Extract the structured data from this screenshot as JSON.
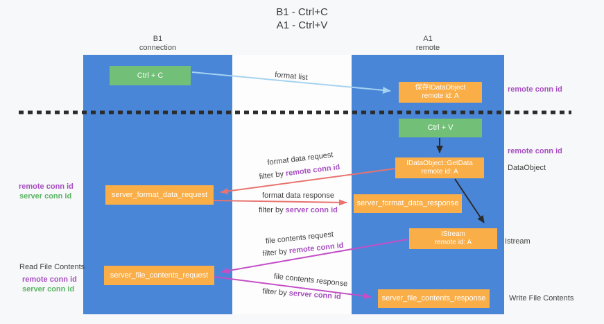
{
  "title": {
    "line1": "B1 - Ctrl+C",
    "line2": "A1 - Ctrl+V"
  },
  "lanes": {
    "left": {
      "name": "B1",
      "role": "connection"
    },
    "right": {
      "name": "A1",
      "role": "remote"
    }
  },
  "boxes": {
    "ctrl_c": {
      "label": "Ctrl + C"
    },
    "saved_idataobject": {
      "line1": "保存IDataObject",
      "line2": "remote id: A"
    },
    "ctrl_v": {
      "label": "Ctrl + V"
    },
    "getdata": {
      "line1": "IDataObject::GetData",
      "line2": "remote id: A"
    },
    "server_format_data_request": {
      "label": "server_format_data_request"
    },
    "server_format_data_response": {
      "label": "server_format_data_response"
    },
    "istream": {
      "line1": "IStream",
      "line2": "remote id: A"
    },
    "server_file_contents_request": {
      "label": "server_file_contents_request"
    },
    "server_file_contents_response": {
      "label": "server_file_contents_response"
    }
  },
  "arrow_labels": {
    "format_list": "format list",
    "format_data_request": "format data request",
    "filter_remote_1": {
      "prefix": "filter by ",
      "value": "remote conn id"
    },
    "format_data_response": "format data response",
    "filter_server_1": {
      "prefix": "filter by ",
      "value": "server conn id"
    },
    "file_contents_request": "file contents request",
    "filter_remote_2": {
      "prefix": "filter by ",
      "value": "remote conn id"
    },
    "file_contents_response": "file contents response",
    "filter_server_2": {
      "prefix": "filter by ",
      "value": "server conn id"
    }
  },
  "side_labels": {
    "right_remote_conn_id_1": "remote conn id",
    "right_remote_conn_id_2": "remote conn id",
    "right_dataobject": "DataObject",
    "right_istream": "Istream",
    "right_write_file": "Write File Contents",
    "left_remote_conn_id_1": "remote conn id",
    "left_server_conn_id_1": "server conn id",
    "left_read_file": "Read File Contents",
    "left_remote_conn_id_2": "remote conn id",
    "left_server_conn_id_2": "server conn id"
  },
  "colors": {
    "lane_blue": "#4a86d8",
    "box_orange": "#f9ae48",
    "box_green": "#72bf77",
    "arrow_blue": "#a5d2f0",
    "arrow_black": "#2b2b2b",
    "arrow_salmon": "#e8736f",
    "arrow_magenta": "#c44fc7",
    "text_purple": "#a64fc0",
    "text_green": "#5bb364"
  }
}
